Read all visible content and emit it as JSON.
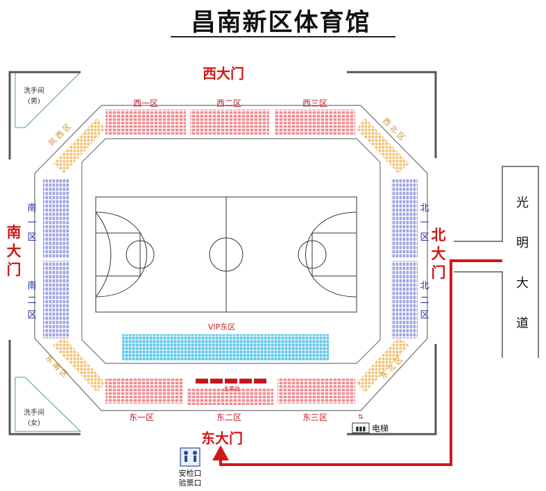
{
  "title": "昌南新区体育馆",
  "gates": {
    "west": "西大门",
    "south": "南大门",
    "north": "北大门",
    "east": "东大门"
  },
  "zones": {
    "west1": "西一区",
    "west2": "西二区",
    "west3": "西三区",
    "south1": "南一区",
    "south2": "南二区",
    "north1": "北一区",
    "north2": "北二区",
    "east1": "东一区",
    "east2": "东二区",
    "east3": "东三区",
    "vip": "VIP东区",
    "rostrum": "主席台",
    "corner_nw": "风 西 区",
    "corner_ne": "西 北 区",
    "corner_sw": "东 南 区",
    "corner_se": "东 北 区"
  },
  "facilities": {
    "restroom_men_1": "洗手间",
    "restroom_men_2": "(男)",
    "restroom_women_1": "洗手间",
    "restroom_women_2": "(女)",
    "elevator": "电梯",
    "security_1": "安检口",
    "security_2": "验票口"
  },
  "road": "光明大道",
  "colors": {
    "red_seats": "#e86a72",
    "blue_seats": "#8088d8",
    "orange_seats": "#f0b860",
    "vip_seats": "#40b8e0",
    "route": "#d01818",
    "rostrum": "#c8141c"
  }
}
